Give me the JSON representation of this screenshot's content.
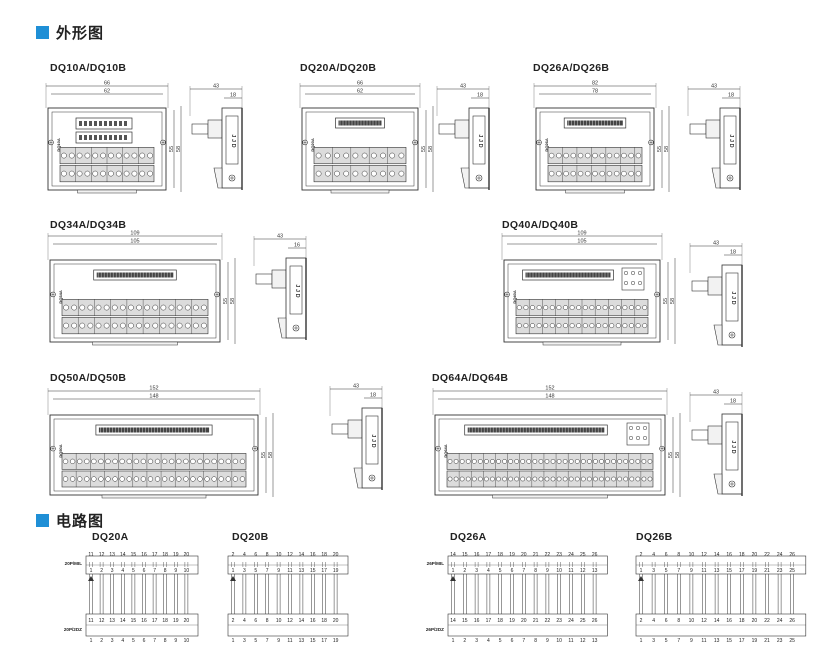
{
  "sections": {
    "outline": "外形图",
    "circuit": "电路图"
  },
  "outline_models": [
    {
      "label": "DQ10A/DQ10B",
      "brand": "DQ10A",
      "width_outer": "66",
      "width_inner": "62",
      "height_inner": "55",
      "height_outer": "58",
      "side_outer": "43",
      "side_inner": "18"
    },
    {
      "label": "DQ20A/DQ20B",
      "brand": "DQ20A",
      "width_outer": "66",
      "width_inner": "62",
      "height_inner": "55",
      "height_outer": "58",
      "side_outer": "43",
      "side_inner": "18"
    },
    {
      "label": "DQ26A/DQ26B",
      "brand": "DQ26A",
      "width_outer": "82",
      "width_inner": "78",
      "height_inner": "55",
      "height_outer": "58",
      "side_outer": "43",
      "side_inner": "18"
    },
    {
      "label": "DQ34A/DQ34B",
      "brand": "DQ34A",
      "width_outer": "109",
      "width_inner": "105",
      "height_inner": "55",
      "height_outer": "58",
      "side_outer": "43",
      "side_inner": "16"
    },
    {
      "label": "DQ40A/DQ40B",
      "brand": "DQ40A",
      "width_outer": "109",
      "width_inner": "105",
      "height_inner": "55",
      "height_outer": "58",
      "side_outer": "43",
      "side_inner": "18"
    },
    {
      "label": "DQ50A/DQ50B",
      "brand": "DQ50A",
      "width_outer": "152",
      "width_inner": "148",
      "height_inner": "55",
      "height_outer": "58",
      "side_outer": "43",
      "side_inner": "18"
    },
    {
      "label": "DQ64A/DQ64B",
      "brand": "DQ64A",
      "width_outer": "152",
      "width_inner": "148",
      "height_inner": "55",
      "height_outer": "58",
      "side_outer": "43",
      "side_inner": "18"
    }
  ],
  "side_view_letters": "J  J  D",
  "circuits": [
    {
      "label": "DQ20A",
      "top_tag": "20P/MIL",
      "bottom_tag": "20P/2DZ",
      "top_row_upper": [
        "11",
        "12",
        "13",
        "14",
        "15",
        "16",
        "17",
        "18",
        "19",
        "20"
      ],
      "top_row_lower": [
        "1",
        "2",
        "3",
        "4",
        "5",
        "6",
        "7",
        "8",
        "9",
        "10"
      ],
      "bottom_row_upper": [
        "11",
        "12",
        "13",
        "14",
        "15",
        "16",
        "17",
        "18",
        "19",
        "20"
      ],
      "bottom_row_lower": [
        "1",
        "2",
        "3",
        "4",
        "5",
        "6",
        "7",
        "8",
        "9",
        "10"
      ]
    },
    {
      "label": "DQ20B",
      "top_tag": "",
      "bottom_tag": "",
      "top_row_upper": [
        "2",
        "4",
        "6",
        "8",
        "10",
        "12",
        "14",
        "16",
        "18",
        "20"
      ],
      "top_row_lower": [
        "1",
        "3",
        "5",
        "7",
        "9",
        "11",
        "13",
        "15",
        "17",
        "19"
      ],
      "bottom_row_upper": [
        "2",
        "4",
        "6",
        "8",
        "10",
        "12",
        "14",
        "16",
        "18",
        "20"
      ],
      "bottom_row_lower": [
        "1",
        "3",
        "5",
        "7",
        "9",
        "11",
        "13",
        "15",
        "17",
        "19"
      ]
    },
    {
      "label": "DQ26A",
      "top_tag": "26P/MIL",
      "bottom_tag": "26P/2DZ",
      "top_row_upper": [
        "14",
        "15",
        "16",
        "17",
        "18",
        "19",
        "20",
        "21",
        "22",
        "23",
        "24",
        "25",
        "26"
      ],
      "top_row_lower": [
        "1",
        "2",
        "3",
        "4",
        "5",
        "6",
        "7",
        "8",
        "9",
        "10",
        "11",
        "12",
        "13"
      ],
      "bottom_row_upper": [
        "14",
        "15",
        "16",
        "17",
        "18",
        "19",
        "20",
        "21",
        "22",
        "23",
        "24",
        "25",
        "26"
      ],
      "bottom_row_lower": [
        "1",
        "2",
        "3",
        "4",
        "5",
        "6",
        "7",
        "8",
        "9",
        "10",
        "11",
        "12",
        "13"
      ]
    },
    {
      "label": "DQ26B",
      "top_tag": "",
      "bottom_tag": "",
      "top_row_upper": [
        "2",
        "4",
        "6",
        "8",
        "10",
        "12",
        "14",
        "16",
        "18",
        "20",
        "22",
        "24",
        "26"
      ],
      "top_row_lower": [
        "1",
        "3",
        "5",
        "7",
        "9",
        "11",
        "13",
        "15",
        "17",
        "19",
        "21",
        "23",
        "25"
      ],
      "bottom_row_upper": [
        "2",
        "4",
        "6",
        "8",
        "10",
        "12",
        "14",
        "16",
        "18",
        "20",
        "22",
        "24",
        "26"
      ],
      "bottom_row_lower": [
        "1",
        "3",
        "5",
        "7",
        "9",
        "11",
        "13",
        "15",
        "17",
        "19",
        "21",
        "23",
        "25"
      ]
    }
  ],
  "colors": {
    "accent": "#1f8fd6",
    "line": "#333333",
    "fill": "#f2f2f2",
    "terminal": "#dcdcdc"
  }
}
